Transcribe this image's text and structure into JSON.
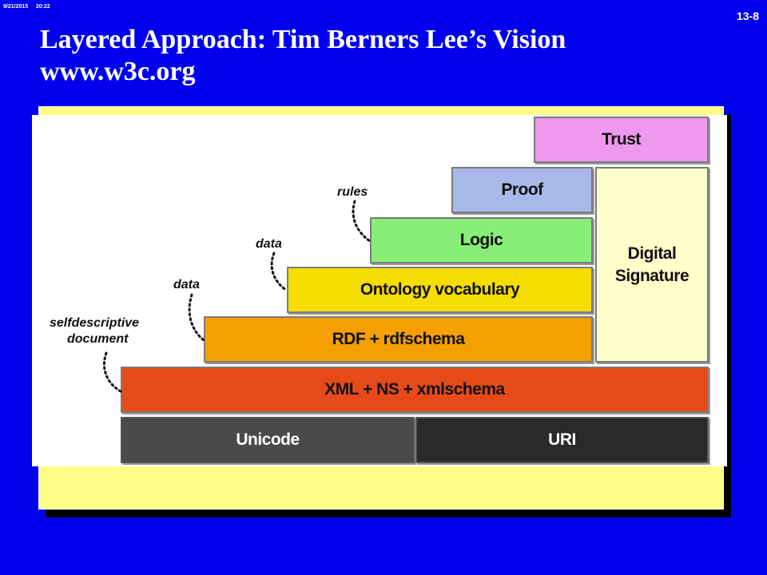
{
  "meta": {
    "date": "9/21/2015",
    "time": "20:22",
    "slide_number": "13-8"
  },
  "title": {
    "line1": "Layered Approach: Tim Berners Lee’s Vision",
    "line2": "www.w3c.org"
  },
  "diagram": {
    "layers": {
      "trust": {
        "label": "Trust",
        "color": "#ee99ee"
      },
      "proof": {
        "label": "Proof",
        "color": "#a8b8e8"
      },
      "logic": {
        "label": "Logic",
        "color": "#88ee77"
      },
      "ontology": {
        "label": "Ontology vocabulary",
        "color": "#f5dd00"
      },
      "rdf": {
        "label": "RDF + rdfschema",
        "color": "#f5a000"
      },
      "xml": {
        "label": "XML + NS + xmlschema",
        "color": "#e64a19"
      },
      "unicode": {
        "label": "Unicode",
        "color": "#4a4a4a"
      },
      "uri": {
        "label": "URI",
        "color": "#2a2a2a"
      },
      "digital_signature": {
        "line1": "Digital",
        "line2": "Signature",
        "color": "#ffffcc"
      }
    },
    "annotations": {
      "rules": "rules",
      "data_upper": "data",
      "data_lower": "data",
      "selfdescriptive_line1": "selfdescriptive",
      "selfdescriptive_line2": "document"
    }
  },
  "colors": {
    "background": "#0000ee",
    "panel": "#ffff88",
    "canvas": "#ffffff"
  }
}
